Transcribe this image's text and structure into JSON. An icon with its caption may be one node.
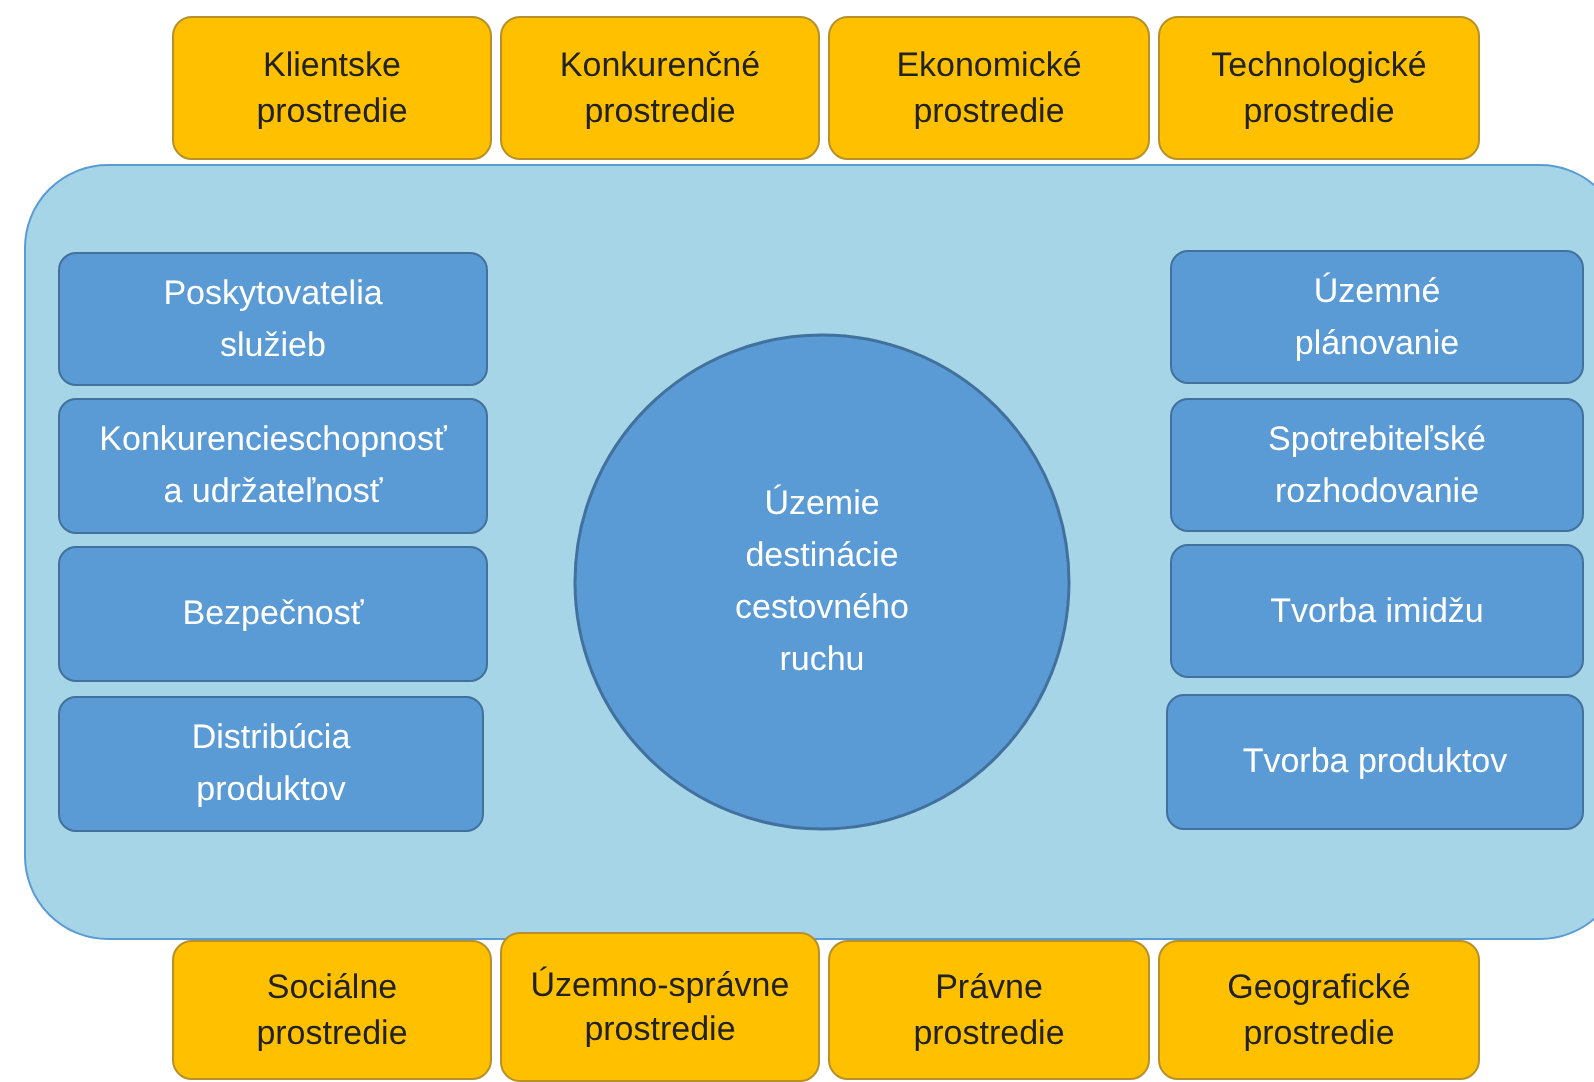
{
  "diagram": {
    "nodes": [
      {
        "text": [
          "Klientske prostredie"
        ]
      },
      {
        "text": [
          "Konkurenčné prostredie"
        ]
      },
      {
        "text": [
          "Ekonomické prostredie"
        ]
      },
      {
        "text": [
          "Technologické prostredie"
        ]
      },
      {
        "text": [],
        "shape": "box"
      },
      {
        "text": [
          "Poskytovatelia služieb"
        ],
        "in": 4
      },
      {
        "text": [
          "Konkurencieschopnosť a udržateľnosť"
        ],
        "in": 4
      },
      {
        "text": [
          "Bezpečnosť"
        ],
        "in": 4
      },
      {
        "text": [
          "Distribúcia produktov"
        ],
        "in": 4
      },
      {
        "text": [
          "Územie destinácie cestovného ruchu"
        ],
        "in": 4
      },
      {
        "text": [
          "Územné plánovanie"
        ],
        "in": 4
      },
      {
        "text": [
          "Spotrebiteľské rozhodovanie"
        ],
        "in": 4
      },
      {
        "text": [
          "Tvorba imidžu"
        ],
        "in": 4
      },
      {
        "text": [
          "Tvorba produktov"
        ],
        "in": 4
      },
      {
        "text": [
          "Sociálne prostredie"
        ]
      },
      {
        "text": [
          "Územno-správne prostredie"
        ]
      },
      {
        "text": [
          "Právne prostredie"
        ]
      },
      {
        "text": [
          "Geografické prostredie"
        ]
      }
    ]
  }
}
